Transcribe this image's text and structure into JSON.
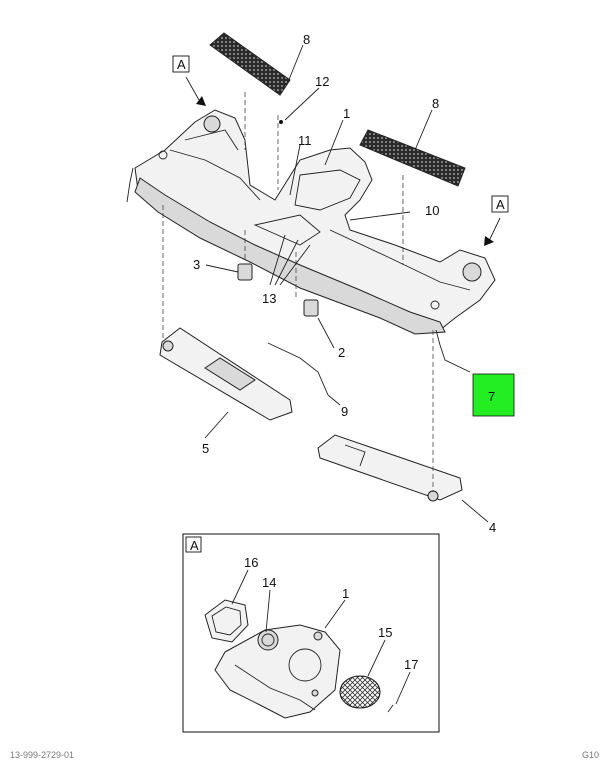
{
  "diagram": {
    "callouts": [
      "8",
      "12",
      "1",
      "8",
      "11",
      "10",
      "3",
      "13",
      "2",
      "9",
      "5",
      "4",
      "7"
    ],
    "view_labels": [
      "A",
      "A"
    ],
    "inset": {
      "label": "A",
      "callouts": [
        "16",
        "14",
        "1",
        "15",
        "17"
      ]
    },
    "highlight_color": "#22ee22",
    "footer_left": "13-999-2729-01",
    "footer_right": "G10"
  }
}
